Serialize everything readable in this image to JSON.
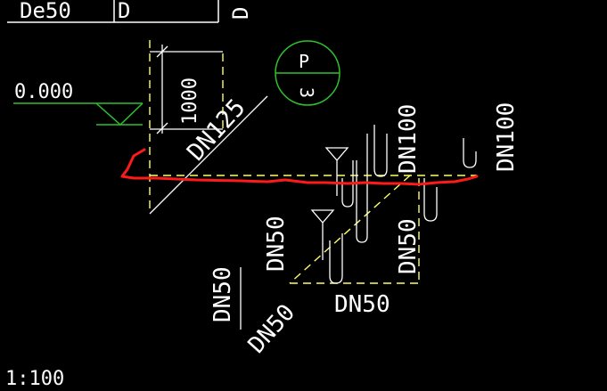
{
  "colors": {
    "background": "#000000",
    "text": "#ffffff",
    "pipe_yellow": "#ffff66",
    "level_green": "#2ec02e",
    "markup_red": "#ff1a1a"
  },
  "labels": {
    "top_pipe": "De50",
    "top_d1": "D",
    "top_d2": "D",
    "elevation": "0.000",
    "dim_1000": "1000",
    "dn125": "DN125",
    "dn100_a": "DN100",
    "dn100_b": "DN100",
    "dn50_a": "DN50",
    "dn50_b": "DN50",
    "dn50_c": "DN50",
    "dn50_d": "DN50",
    "dn50_e": "DN50",
    "circle_top": "P",
    "circle_bottom": "3",
    "scale": "1:100"
  }
}
